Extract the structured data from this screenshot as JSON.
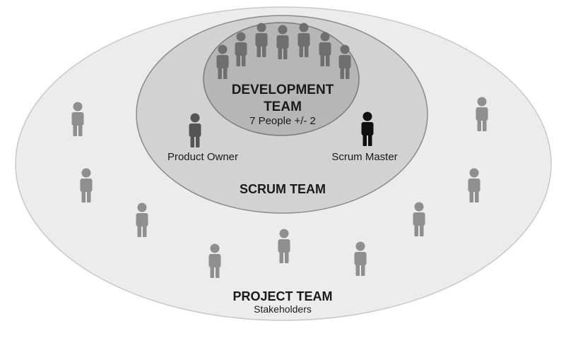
{
  "labels": {
    "development_team_line1": "DEVELOPMENT",
    "development_team_line2": "TEAM",
    "development_team_size": "7 People +/- 2",
    "product_owner": "Product Owner",
    "scrum_master": "Scrum Master",
    "scrum_team": "SCRUM TEAM",
    "project_team": "PROJECT TEAM",
    "stakeholders": "Stakeholders"
  },
  "colors": {
    "project_ring_fill": "#ececec",
    "project_ring_stroke": "#c8c8c8",
    "scrum_ring_fill": "#d2d2d2",
    "scrum_ring_stroke": "#8a8a8a",
    "dev_ring_fill": "#b6b6b6",
    "dev_ring_stroke": "#7a7a7a",
    "developer_figure": "#6f6f6f",
    "product_owner_figure": "#555555",
    "scrum_master_figure": "#111111",
    "stakeholder_figure": "#8f8f8f"
  },
  "icons": {
    "developer": "person-icon",
    "product_owner": "person-icon",
    "scrum_master": "person-icon",
    "stakeholder": "person-icon"
  }
}
